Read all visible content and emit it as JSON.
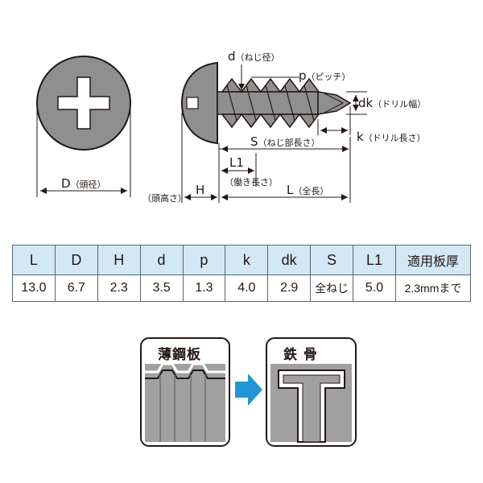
{
  "diagram": {
    "labels": {
      "d": "d",
      "d_note": "（ねじ径）",
      "p": "p",
      "p_note": "（ピッチ）",
      "dk": "dk",
      "dk_note": "（ドリル幅）",
      "k": "k",
      "k_note": "（ドリル長さ）",
      "S": "S",
      "S_note": "（ねじ部長さ）",
      "L1": "L1",
      "L1_note": "（働き長さ）",
      "H": "H",
      "H_note": "（頭高さ）",
      "L": "L",
      "L_note": "（全長）",
      "D": "D",
      "D_note": "（頭径）"
    }
  },
  "table": {
    "headers": [
      "L",
      "D",
      "H",
      "d",
      "p",
      "k",
      "dk",
      "S",
      "L1",
      "適用板厚"
    ],
    "row": [
      "13.0",
      "6.7",
      "2.3",
      "3.5",
      "1.3",
      "4.0",
      "2.9",
      "全ねじ",
      "5.0",
      "2.3mmまで"
    ]
  },
  "application": {
    "left_title": "薄鋼板",
    "right_title": "鉄 骨",
    "arrow_color": "#1f96d8"
  },
  "colors": {
    "metal": "#8c8c8c",
    "panel": "#9e9e9e",
    "header_bg": "#d3e8f5"
  }
}
